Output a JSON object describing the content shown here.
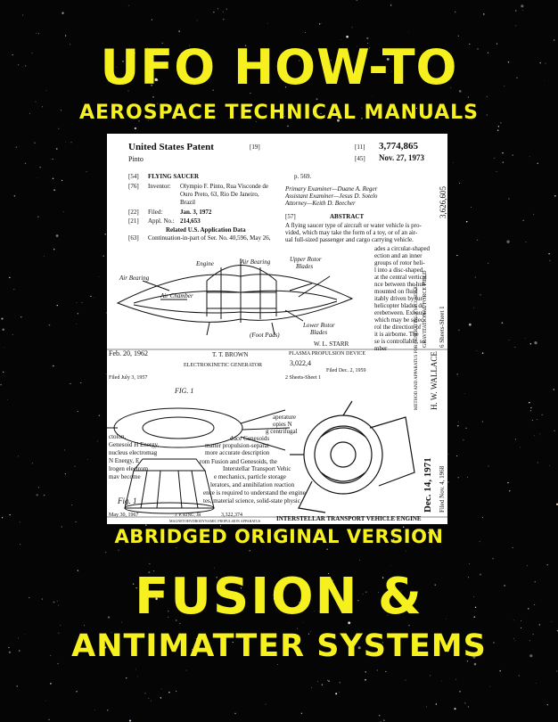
{
  "cover": {
    "title": "UFO HOW-TO",
    "subtitle": "AEROSPACE TECHNICAL MANUALS",
    "edition": "ABRIDGED ORIGINAL VERSION",
    "heading1": "FUSION &",
    "heading2": "ANTIMATTER SYSTEMS",
    "colors": {
      "title": "#f5f01e",
      "background": "#050505"
    }
  },
  "collage": {
    "patent_office": "United States Patent",
    "ref19": "[19]",
    "ref11": "[11]",
    "patent_no": "3,774,865",
    "inventor_short": "Pinto",
    "ref45": "[45]",
    "date1": "Nov. 27, 1973",
    "l54": "[54]",
    "title_flying_saucer": "FLYING SAUCER",
    "l76": "[76]",
    "inventor_label": "Inventor:",
    "inventor_full": "Olympio F. Pinto, Rua Visconde de",
    "inventor_addr1": "Ouro Preto, 63, Rio De Janeiro,",
    "inventor_addr2": "Brazil",
    "l22": "[22]",
    "filed_label": "Filed:",
    "filed_date": "Jan. 3, 1972",
    "l21": "[21]",
    "appl_label": "Appl. No.:",
    "appl_no": "214,653",
    "related": "Related U.S. Application Data",
    "l63": "[63]",
    "continuation": "Continuation-in-part of Ser. No. 40,596, May 26,",
    "page": "p. 569.",
    "primary_examiner": "Primary Examiner—Duane A. Reger",
    "assistant_examiner": "Assistant Examiner—Jesus D. Sotelo",
    "attorney": "Attorney—Keith D. Beecher",
    "l57": "[57]",
    "abstract": "ABSTRACT",
    "abstract_line1": "A flying saucer type of aircraft or water vehicle is pro-",
    "abstract_line2": "vided, which may take the form of a toy, or of an air-",
    "abstract_line3": "ual full-sized passenger and cargo carrying vehicle.",
    "fragments": [
      "ades a circular-shaped",
      "ection and an inner",
      "groups of rotor heli-",
      "l into a disc-shaped",
      "at the central vertical",
      "nce between the hub",
      "mounted on fluid",
      "itably driven by tur-",
      "helicopter blades de-",
      "erebetween. Exhaust",
      "which may be selec-",
      "rol the direction of",
      "it is airborne. The",
      "se is controllable, so",
      "mber"
    ],
    "label_engine": "Engine",
    "label_air_bearing": "Air Bearing",
    "label_air_bearing2": "Air Bearing",
    "label_upper_rotor": "Upper Rotor",
    "label_blades": "Blades",
    "label_air_chamber": "Air Chamber",
    "label_lower_rotor": "Lower Rotor",
    "label_blades2": "Blades",
    "label_foot_pads": "(Foot Pads)",
    "starr": "W. L. STARR",
    "plasma": "PLASMA PROPULSION DEVICE",
    "starr_filed": "Filed Dec. 2, 1959",
    "date_brown": "Feb. 20, 1962",
    "brown": "T. T. BROWN",
    "brown_no": "3,022,4",
    "electrokinetic": "ELECTROKINETIC GENERATOR",
    "brown_filed": "Filed July 3, 1957",
    "sheets": "2 Sheets-Sheet 1",
    "fig1": "FIG. 1",
    "wallace_no": "3,626,605",
    "wallace_name": "H. W. WALLACE",
    "wallace_title1": "METHOD AND APPARATUS FOR GENERATING A SECONDARY",
    "wallace_title2": "GRAVITATIONAL FORCE FIELD",
    "wallace_sheets": "6 Sheets-Sheet 1",
    "wallace_date": "Dec. 14, 1971",
    "wallace_filed": "Filed Nov. 4, 1968",
    "text_fragments": [
      "ctolon.",
      "Genesoid H Energy,",
      "nucleus electromag",
      "N Energy, E",
      "lrogen electrom",
      "mav become"
    ],
    "center_fragments": [
      "aperature",
      "opies N",
      "g centrifugal",
      "duce Genesoids",
      "matter propulsion-separat",
      "more accurate description",
      "rom Fusion and Genesoids, the",
      "Interstellar Transport Vehic",
      "e mechanics, particle storage",
      "lerators, and annihilation reaction",
      "ence is required to understand the engine",
      "tes, material science, solid-state physic"
    ],
    "fig_small": "Fig. 1",
    "bottom_date": "May 30, 1967",
    "bottom_name": "J. P. KING, JR",
    "bottom_no": "3,322,374",
    "bottom_caption": "MAGNETOHYDRODYNAMIC PROPULSION APPARATUS",
    "engine_caption": "INTERSTELLAR TRANSPORT VEHICLE ENGINE"
  }
}
